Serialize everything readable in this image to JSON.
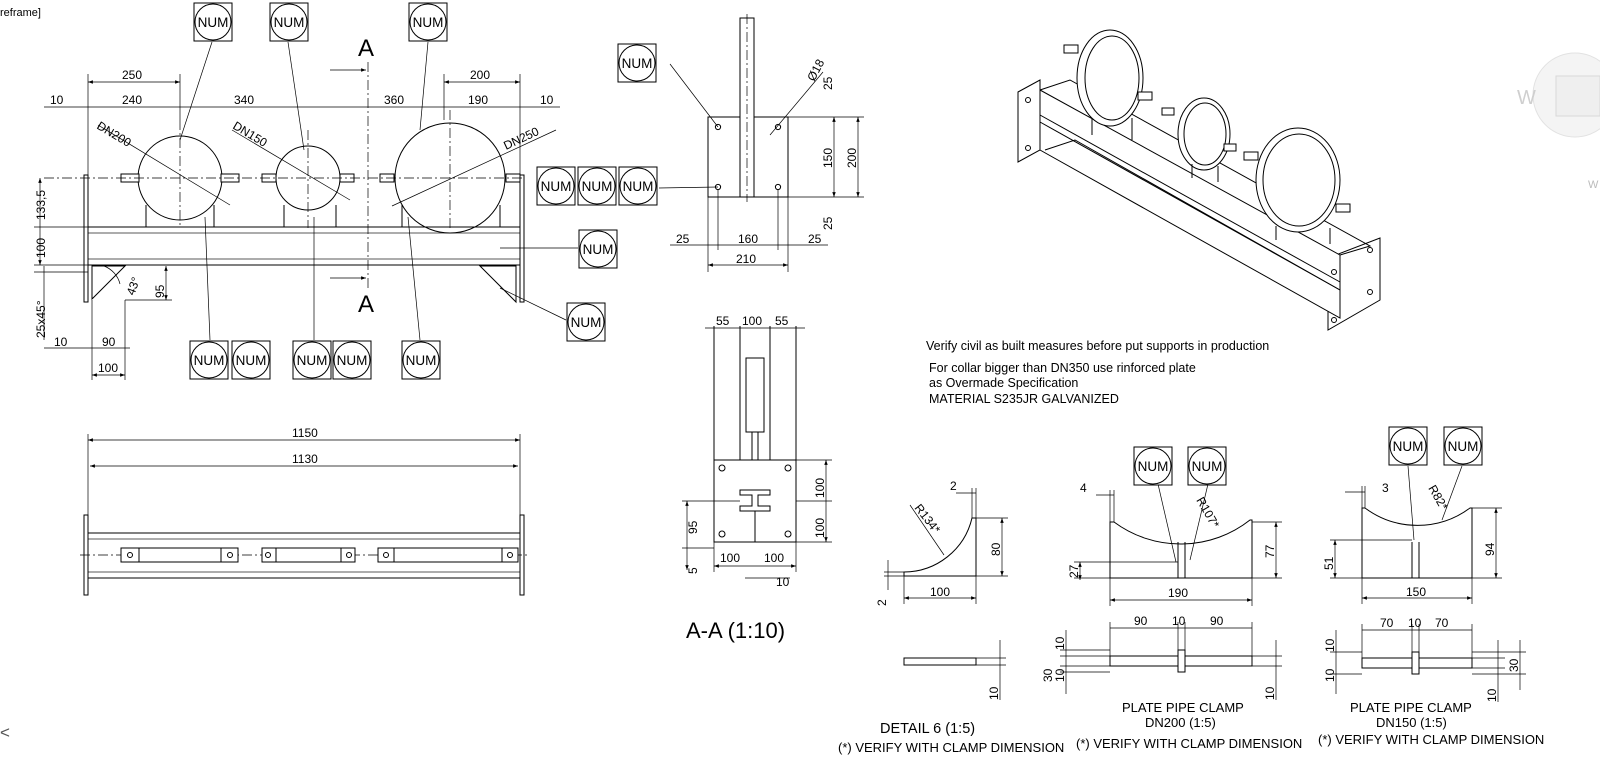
{
  "window": {
    "frame_label": "reframe]"
  },
  "balloon_text": "NUM",
  "section_marker": "A",
  "front_view": {
    "dims": [
      "250",
      "200",
      "10",
      "240",
      "340",
      "360",
      "190",
      "10",
      "133,5",
      "100",
      "25x45°",
      "10",
      "90",
      "100",
      "43°",
      "95"
    ],
    "pipes": [
      "DN200",
      "DN150",
      "DN250"
    ]
  },
  "plan_view": {
    "dims": [
      "1150",
      "1130"
    ]
  },
  "side_view": {
    "dims": [
      "Ø18",
      "25",
      "150",
      "200",
      "25",
      "25",
      "160",
      "25",
      "210"
    ]
  },
  "section_aa": {
    "dims": [
      "55",
      "100",
      "55",
      "100",
      "100",
      "95",
      "5",
      "100",
      "100",
      "10"
    ],
    "title": "A-A (1:10)"
  },
  "notes": {
    "line1": "Verify civil as built measures before put supports in production",
    "line2": "For collar bigger than DN350 use rinforced plate",
    "line3": "as Overmade Specification",
    "line4": "MATERIAL S235JR GALVANIZED"
  },
  "detail6": {
    "dims": [
      "2",
      "R134*",
      "80",
      "2",
      "100",
      "10"
    ],
    "title": "DETAIL 6 (1:5)",
    "note": "(*) VERIFY WITH CLAMP DIMENSION"
  },
  "clamp_dn200": {
    "dims": [
      "4",
      "R107*",
      "77",
      "27",
      "190",
      "90",
      "10",
      "90",
      "10",
      "30",
      "10",
      "10"
    ],
    "title1": "PLATE PIPE CLAMP",
    "title2": "DN200 (1:5)",
    "note": "(*) VERIFY WITH CLAMP DIMENSION"
  },
  "clamp_dn150": {
    "dims": [
      "3",
      "R82*",
      "94",
      "51",
      "150",
      "70",
      "10",
      "70",
      "10",
      "10",
      "30",
      "10"
    ],
    "title1": "PLATE PIPE CLAMP",
    "title2": "DN150 (1:5)",
    "note": "(*) VERIFY WITH CLAMP DIMENSION"
  },
  "edge_ui": {
    "watermark": "W",
    "small_w": "W",
    "chevron": "<"
  }
}
